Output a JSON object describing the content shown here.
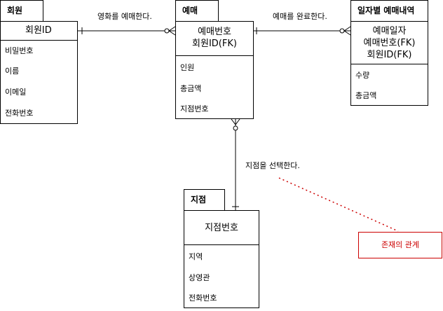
{
  "entities": {
    "member": {
      "name": "회원",
      "key": [
        "회원ID"
      ],
      "attributes": [
        "비밀번호",
        "이름",
        "이메일",
        "전화번호"
      ]
    },
    "reservation": {
      "name": "예매",
      "key": [
        "예매번호",
        "회원ID(FK)"
      ],
      "attributes": [
        "인원",
        "총금액",
        "지점번호"
      ]
    },
    "daily_detail": {
      "name": "일자별 예매내역",
      "key": [
        "예매일자",
        "예매번호(FK)",
        "회원ID(FK)"
      ],
      "attributes": [
        "수량",
        "총금액"
      ]
    },
    "branch": {
      "name": "지점",
      "key": [
        "지점번호"
      ],
      "attributes": [
        "지역",
        "상영관",
        "전화번호"
      ]
    }
  },
  "relationships": {
    "member_reservation": "영화를 예매한다.",
    "reservation_detail": "예매를 완료한다.",
    "reservation_branch": "지점을 선택한다."
  },
  "note": {
    "text": "존재의 관계",
    "color": "#cc0000"
  }
}
